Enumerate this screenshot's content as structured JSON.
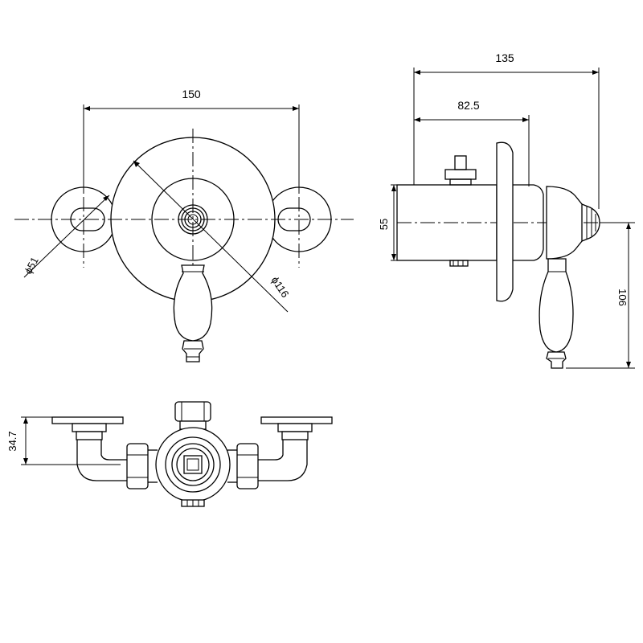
{
  "dimensions": {
    "front_width": "150",
    "side_depth": "135",
    "side_offset": "82.5",
    "side_height": "106",
    "body_diameter": "55",
    "handle_diameter": "ϕ51",
    "plate_diameter": "ϕ116",
    "bottom_height": "34.7"
  },
  "colors": {
    "line": "#000000",
    "background": "#ffffff"
  }
}
